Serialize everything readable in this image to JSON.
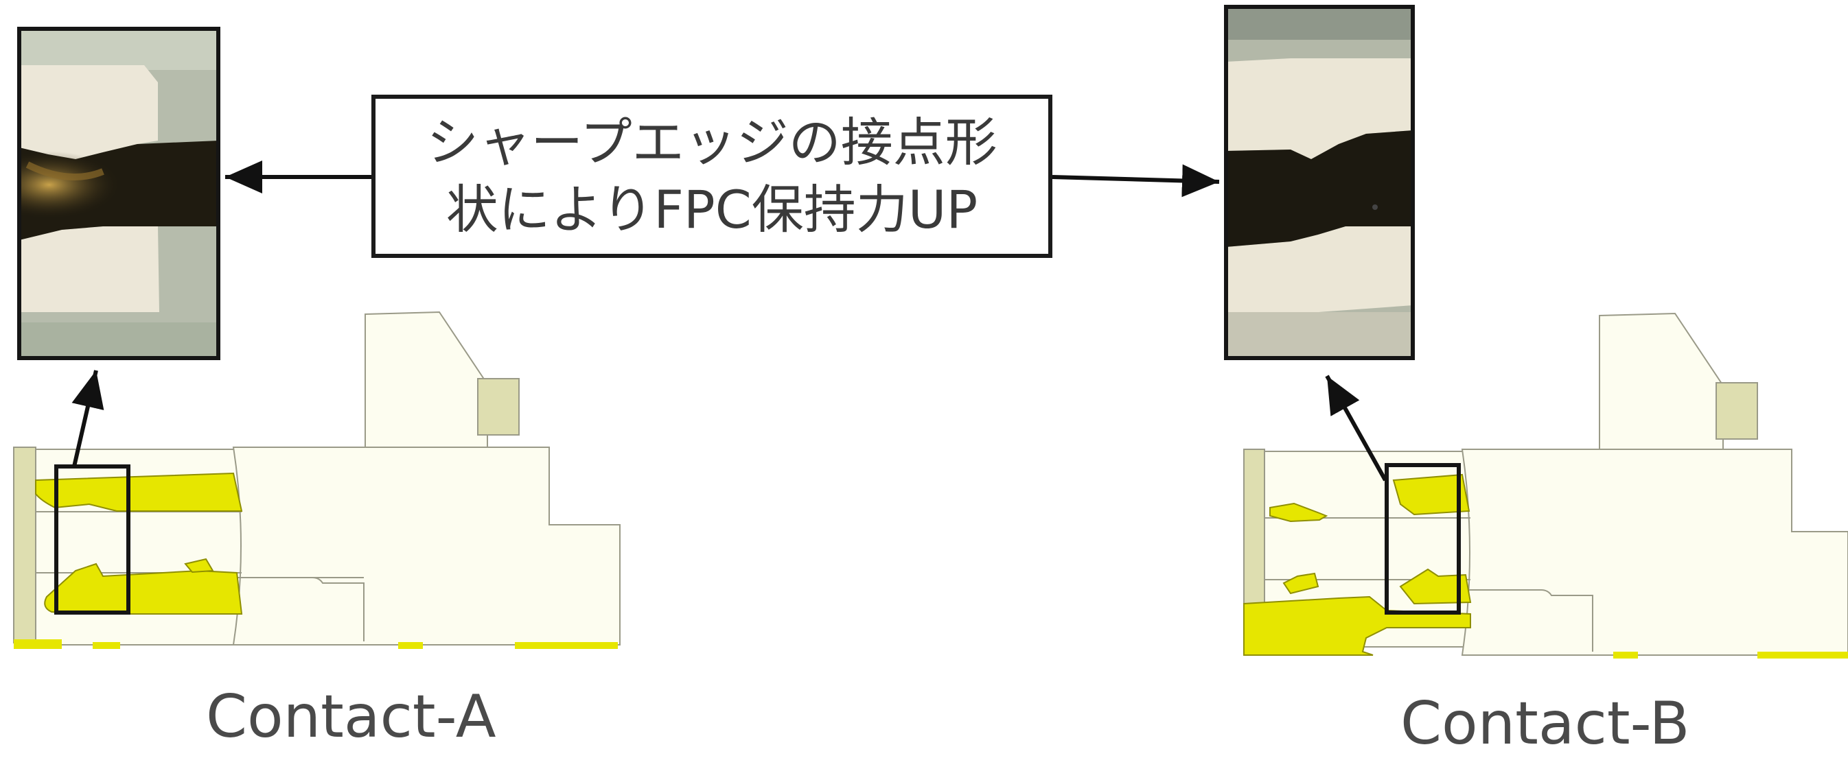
{
  "callout": {
    "line1": "シャープエッジの接点形",
    "line2": "状によりFPC保持力UP"
  },
  "contact_a": {
    "label": "Contact-A"
  },
  "contact_b": {
    "label": "Contact-B"
  },
  "colors": {
    "contact_yellow": "#e6e600",
    "housing_cream": "#fdfdf0",
    "housing_outline": "#9a9a88",
    "tab_khaki": "#dedeb0",
    "photo_plating": "#ebe6d7",
    "photo_dark": "#1e1a10",
    "photo_gray": "#b3b8a8",
    "frame_black": "#151515"
  }
}
